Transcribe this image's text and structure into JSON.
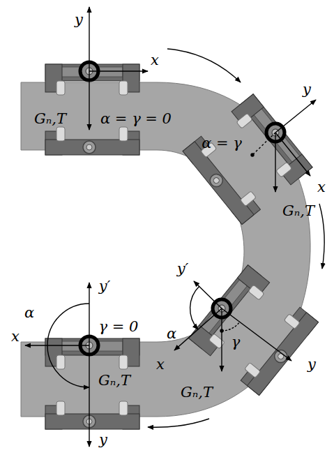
{
  "diagram": {
    "labels": [
      "y",
      "x",
      "Gₙ,T",
      "α = γ = 0",
      "y",
      "α = γ",
      "x",
      "Gₙ,T",
      "y′",
      "α",
      "γ",
      "x",
      "Gₙ,T",
      "y",
      "y′",
      "α",
      "γ = 0",
      "x",
      "Gₙ,T",
      "y"
    ]
  }
}
